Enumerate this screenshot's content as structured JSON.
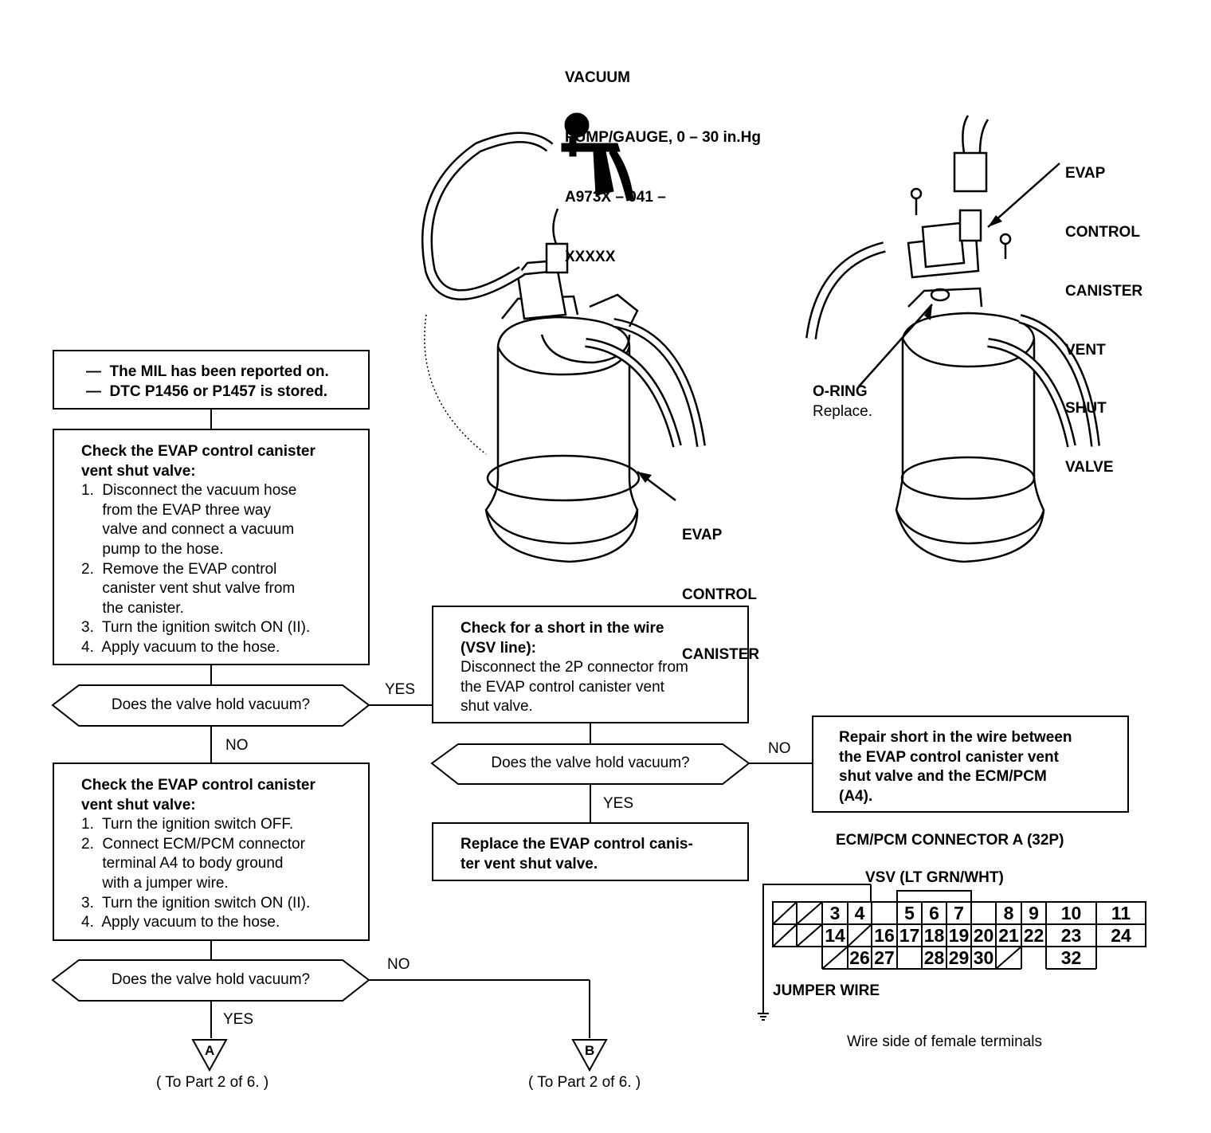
{
  "diagram": {
    "start_box": {
      "lines": [
        "—  The MIL has been reported on.",
        "—  DTC P1456 or P1457 is stored."
      ]
    },
    "step1": {
      "heading": [
        "Check the EVAP control canister",
        "vent shut valve:"
      ],
      "lines": [
        "1.  Disconnect the vacuum hose",
        "     from the EVAP three way",
        "     valve and connect a vacuum",
        "     pump to the hose.",
        "2.  Remove the EVAP control",
        "     canister vent shut valve from",
        "     the canister.",
        "3.  Turn the ignition switch ON (II).",
        "4.  Apply vacuum to the hose."
      ]
    },
    "decision1": {
      "text": "Does the valve hold vacuum?",
      "yes": "YES",
      "no": "NO"
    },
    "step2": {
      "heading": [
        "Check the EVAP control canister",
        "vent shut valve:"
      ],
      "lines": [
        "1.  Turn the ignition switch OFF.",
        "2.  Connect ECM/PCM connector",
        "     terminal A4 to body ground",
        "     with a jumper wire.",
        "3.  Turn the ignition switch ON (II).",
        "4.  Apply vacuum to the hose."
      ]
    },
    "decision2": {
      "text": "Does the valve hold vacuum?",
      "yes": "YES",
      "no": "NO"
    },
    "short_check": {
      "heading": [
        "Check for a short in the wire",
        "(VSV line):"
      ],
      "lines": [
        "Disconnect the 2P connector from",
        "the EVAP control canister vent",
        "shut valve."
      ]
    },
    "decision3": {
      "text": "Does the valve hold vacuum?",
      "yes": "YES",
      "no": "NO"
    },
    "replace_box": {
      "lines": [
        "Replace the EVAP control canis-",
        "ter vent shut valve."
      ]
    },
    "repair_box": {
      "lines": [
        "Repair short in the wire between",
        "the EVAP control canister vent",
        "shut valve and the ECM/PCM",
        "(A4)."
      ]
    },
    "terminal_a": {
      "letter": "A",
      "note": "( To Part 2 of 6. )"
    },
    "terminal_b": {
      "letter": "B",
      "note": "( To Part 2 of 6. )"
    }
  },
  "labels": {
    "vacuum_pump": [
      "VACUUM",
      "PUMP/GAUGE, 0 – 30 in.Hg",
      "A973X – 041 –",
      "XXXXX"
    ],
    "vent_valve": [
      "EVAP",
      "CONTROL",
      "CANISTER",
      "VENT",
      "SHUT",
      "VALVE"
    ],
    "o_ring": "O-RING",
    "o_ring_note": "Replace.",
    "canister": [
      "EVAP",
      "CONTROL",
      "CANISTER"
    ]
  },
  "connector": {
    "title": "ECM/PCM CONNECTOR A (32P)",
    "vsv_label": "VSV (LT GRN/WHT)",
    "jumper_label": "JUMPER WIRE",
    "caption": "Wire side of female terminals",
    "row1": [
      "3",
      "4",
      "5",
      "6",
      "7",
      "8",
      "9",
      "10",
      "11"
    ],
    "row2": [
      "14",
      "16",
      "17",
      "18",
      "19",
      "20",
      "21",
      "22",
      "23",
      "24"
    ],
    "row3": [
      "26",
      "27",
      "28",
      "29",
      "30",
      "32"
    ]
  }
}
